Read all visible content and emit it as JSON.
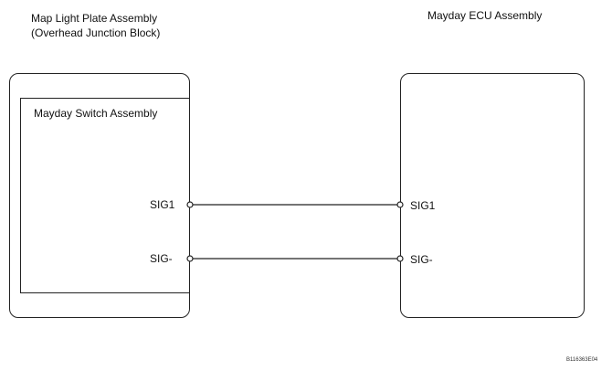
{
  "left_component": {
    "title_line1": "Map Light Plate Assembly",
    "title_line2": "(Overhead Junction Block)",
    "inner": {
      "title": "Mayday Switch Assembly",
      "pins": [
        "SIG1",
        "SIG-"
      ]
    }
  },
  "right_component": {
    "title": "Mayday ECU Assembly",
    "pins": [
      "SIG1",
      "SIG-"
    ]
  },
  "figure_code": "B116363E04"
}
